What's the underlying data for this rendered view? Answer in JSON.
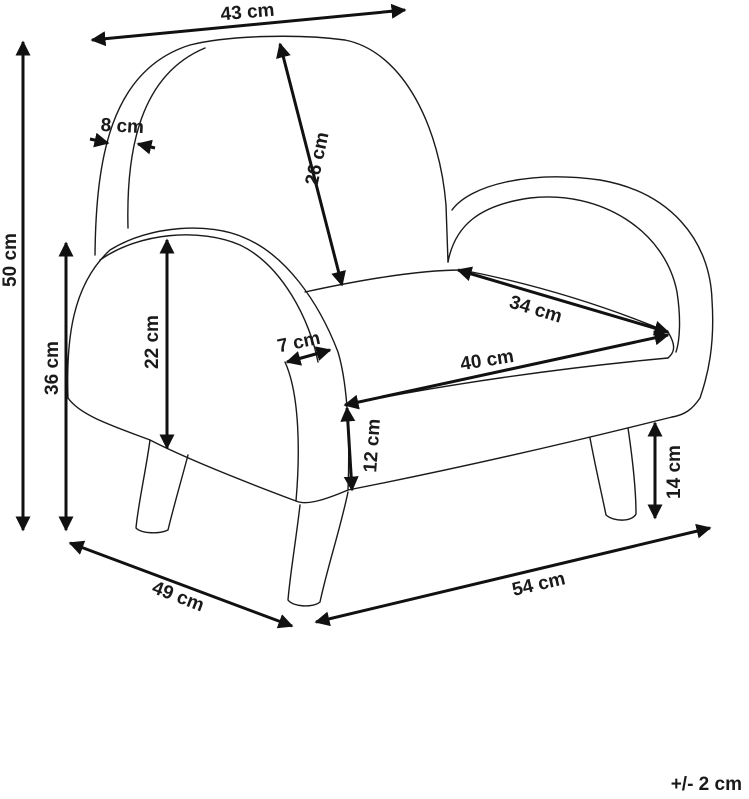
{
  "dimensions": {
    "back_width": "43 cm",
    "back_thickness": "8 cm",
    "backrest_height": "26 cm",
    "total_height": "50 cm",
    "arm_height": "36 cm",
    "arm_inner_height": "22 cm",
    "arm_thickness": "7 cm",
    "seat_depth": "34 cm",
    "seat_width": "40 cm",
    "seat_cushion_height": "12 cm",
    "leg_height": "14 cm",
    "depth": "49 cm",
    "width": "54 cm"
  },
  "tolerance": "+/- 2 cm",
  "colors": {
    "line": "#1a1a1a",
    "background": "#ffffff"
  }
}
